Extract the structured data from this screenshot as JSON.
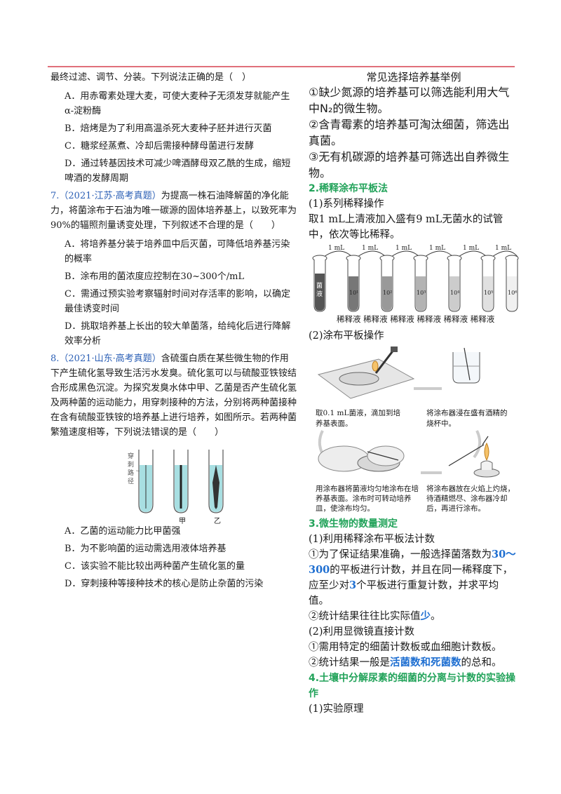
{
  "left": {
    "intro": "最终过滤、调节、分装。下列说法正确的是（　）",
    "q6_options": [
      "A．用赤霉素处理大麦，可使大麦种子无须发芽就能产生α-淀粉酶",
      "B．焙烤是为了利用高温杀死大麦种子胚并进行灭菌",
      "C．糖浆经蒸煮、冷却后需接种酵母菌进行发酵",
      "D．通过转基因技术可减少啤酒酵母双乙酰的生成，缩短啤酒的发酵周期"
    ],
    "q7": {
      "number": "7.",
      "source": "（2021·江苏·高考真题）",
      "stem": "为提高一株石油降解菌的净化能力，将菌涂布于石油为唯一碳源的固体培养基上，以致死率为90%的辐照剂量诱变处理，下列叙述不合理的是（　　）",
      "options": [
        "A．将培养基分装于培养皿中后灭菌，可降低培养基污染的概率",
        "B．涂布用的菌浓度应控制在30~300个/mL",
        "C．需通过预实验考察辐射时间对存活率的影响，以确定最佳诱变时间",
        "D．挑取培养基上长出的较大单菌落，给纯化后进行降解效率分析"
      ]
    },
    "q8": {
      "number": "8.",
      "source": "（2021·山东·高考真题）",
      "stem": "含硫蛋白质在某些微生物的作用下产生硫化氢导致生活污水发臭。硫化氢可以与硫酸亚铁铵结合形成黑色沉淀。为探究发臭水体中甲、乙菌是否产生硫化氢及两种菌的运动能力，用穿刺接种的方法，分别将两种菌接种在含有硫酸亚铁铵的培养基上进行培养，如图所示。若两种菌繁殖速度相等，下列说法错误的是（　　）",
      "figure_labels": {
        "path": "穿刺路径",
        "jia": "甲",
        "yi": "乙"
      },
      "options": [
        "A．乙菌的运动能力比甲菌强",
        "B．为不影响菌的运动需选用液体培养基",
        "C．该实验不能比较出两种菌产生硫化氢的量",
        "D．穿刺接种等接种技术的核心是防止杂菌的污染"
      ]
    }
  },
  "right": {
    "box_title": "常见选择培养基举例",
    "box_items": [
      "①缺少氮源的培养基可以筛选能利用大气中N₂的微生物。",
      "②含青霉素的培养基可淘汰细菌，筛选出真菌。",
      "③无有机碳源的培养基可筛选出自养微生物。"
    ],
    "sec2_title": "2.稀释涂布平板法",
    "sec2_sub1": "(1)系列稀释操作",
    "sec2_text1": "取1 mL上清液加入盛有9 mL无菌水的试管中，依次等比稀释。",
    "dilution": {
      "transfer_label": "1 mL",
      "bacteria_label": "菌液",
      "tube_labels": [
        "10¹",
        "10²",
        "10³",
        "10⁴",
        "10⁵",
        "10⁶"
      ],
      "bottom_labels": [
        "稀释液",
        "稀释液",
        "稀释液",
        "稀释液",
        "稀释液",
        "稀释液"
      ]
    },
    "sec2_sub2": "(2)涂布平板操作",
    "spread": {
      "step1": "取0.1 mL菌液，滴加到培养基表面。",
      "step2": "将涂布器浸在盛有酒精的烧杯中。",
      "step3": "用涂布器将菌液均匀地涂布在培养基表面。涂布时可转动培养皿，使涂布均匀。",
      "step4": "将涂布器放在火焰上灼烧，待酒精燃尽、涂布器冷却后，再进行涂布。"
    },
    "sec3_title": "3.微生物的数量测定",
    "sec3_sub1": "(1)利用稀释涂布平板法计数",
    "sec3_p1_a": "①为了保证结果准确，一般选择菌落数为",
    "sec3_p1_hl1": "30～300",
    "sec3_p1_b": "的平板进行计数，并且在同一稀释度下，应至少对",
    "sec3_p1_hl2": "3",
    "sec3_p1_c": "个平板进行重复计数，并求平均值。",
    "sec3_p2_a": "②统计结果往往比实际值",
    "sec3_p2_hl": "少",
    "sec3_p2_b": "。",
    "sec3_sub2": "(2)利用显微镜直接计数",
    "sec3_p3": "①需用特定的细菌计数板或血细胞计数板。",
    "sec3_p4_a": "②统计结果一般是",
    "sec3_p4_hl": "活菌数和死菌数",
    "sec3_p4_b": "的总和。",
    "sec4_title": "4.土壤中分解尿素的细菌的分离与计数的实验操作",
    "sec4_sub1": "(1)实验原理"
  },
  "colors": {
    "accent_line": "#e0707a",
    "source_blue": "#2b5fb5",
    "section_green": "#22a35a",
    "highlight_blue": "#1f6fd1"
  }
}
